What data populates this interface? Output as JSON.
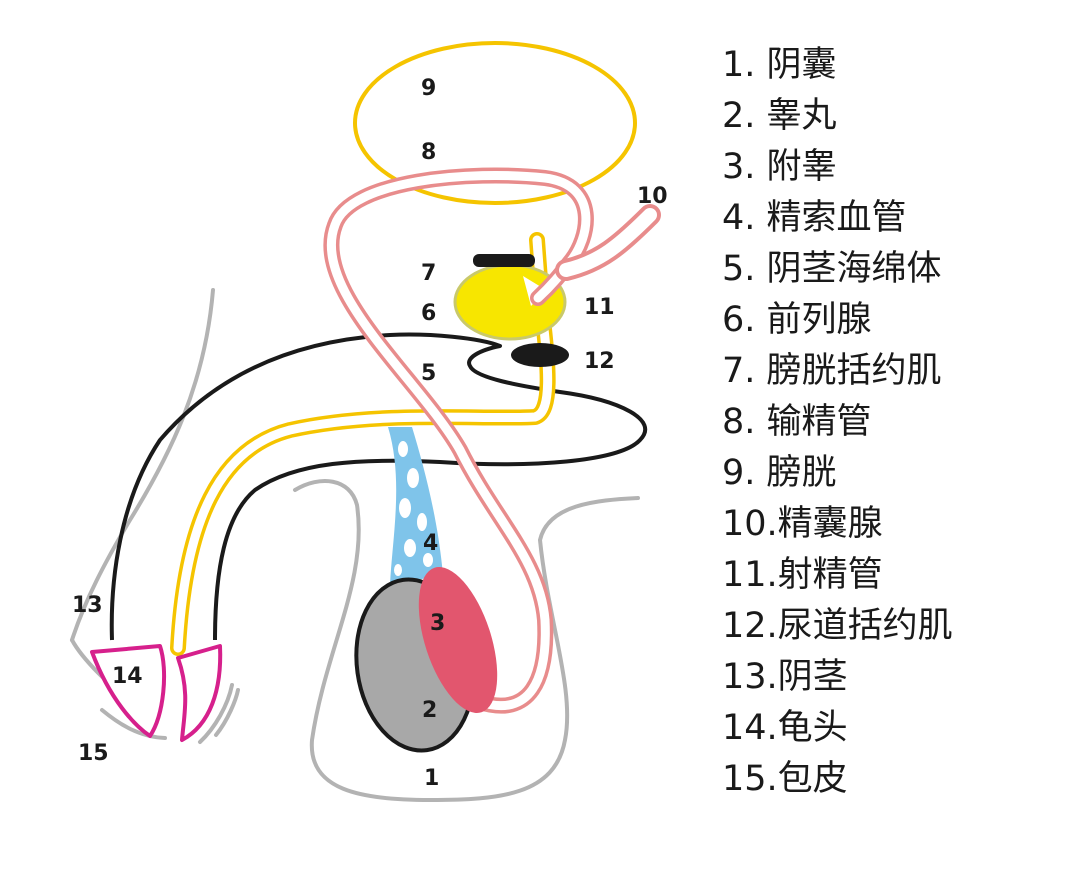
{
  "diagram": {
    "markers": [
      "9",
      "8",
      "10",
      "7",
      "6",
      "11",
      "12",
      "5",
      "4",
      "3",
      "2",
      "1",
      "13",
      "14",
      "15"
    ]
  },
  "legend": {
    "items": [
      "1. 阴囊",
      "2. 睾丸",
      "3. 附睾",
      "4. 精索血管",
      "5. 阴茎海绵体",
      "6. 前列腺",
      "7. 膀胱括约肌",
      "8. 输精管",
      "9. 膀胱",
      "10.精囊腺",
      "11.射精管",
      "12.尿道括约肌",
      "13.阴茎",
      "14.龟头",
      "15.包皮"
    ]
  },
  "colors": {
    "bladder": "#f5c400",
    "prostate": "#f7e600",
    "vas_deferens": "#e88c8c",
    "epididymis": "#e2566e",
    "testis": "#a8a8a8",
    "spermatic_vessels": "#7fc4ea",
    "glans": "#d6208c",
    "outline": "#1a1a1a",
    "skin": "#b3b3b3"
  }
}
